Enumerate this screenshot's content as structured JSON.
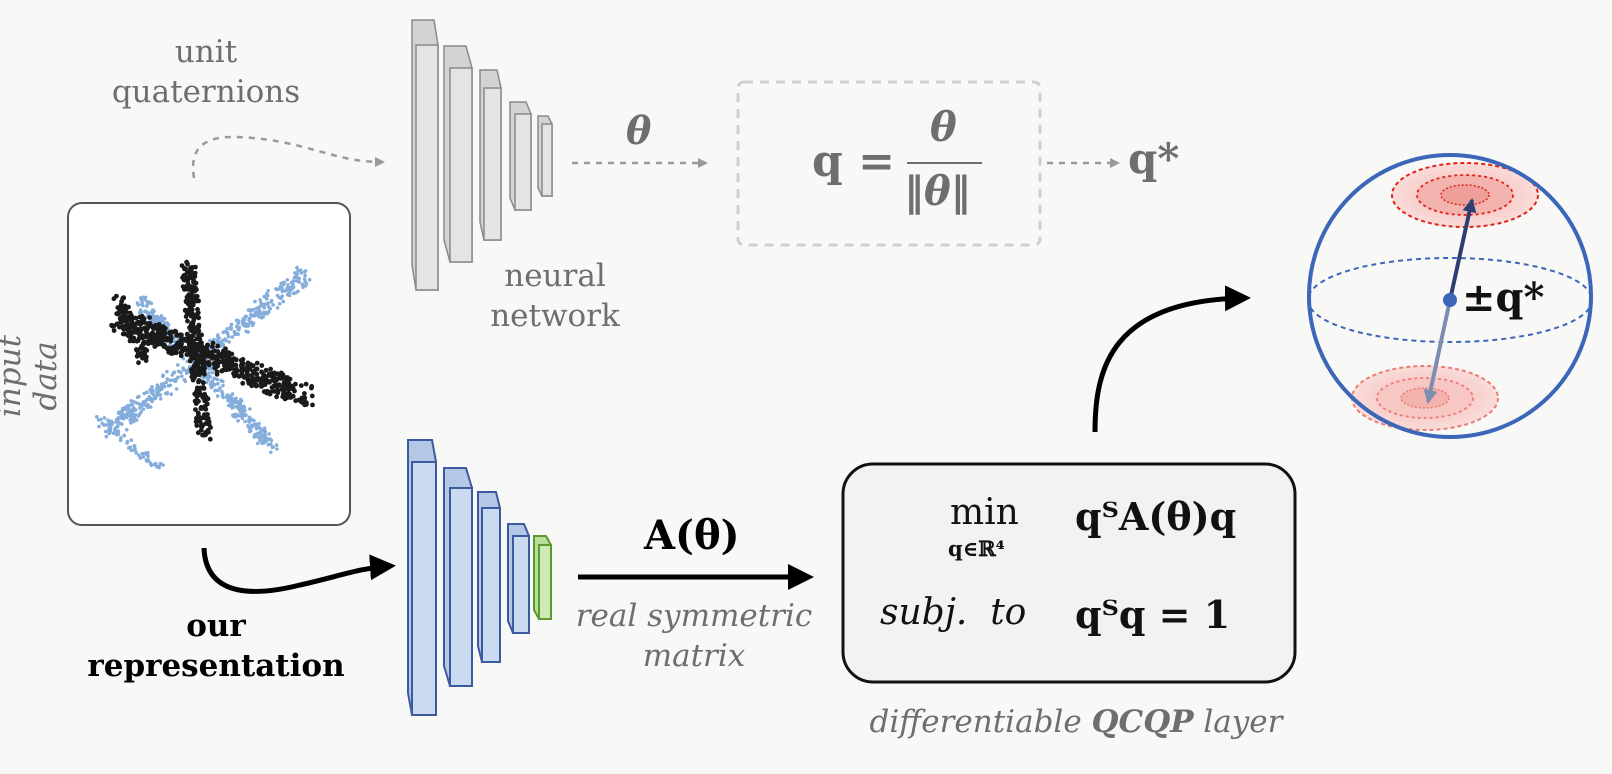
{
  "top_path": {
    "label_line1": "unit",
    "label_line2": "quaternions",
    "network_line1": "neural",
    "network_line2": "network",
    "theta_symbol": "θ",
    "formula_lhs": "q =",
    "formula_num": "θ",
    "formula_den": "‖θ‖",
    "output": "q*"
  },
  "input": {
    "side_label": "input data"
  },
  "bottom_path": {
    "label_line1": "our",
    "label_line2": "representation",
    "matrix_symbol": "A(θ)",
    "matrix_caption_line1": "real symmetric",
    "matrix_caption_line2": "matrix",
    "qcqp_min": "min",
    "qcqp_min_sub": "q∈ℝ⁴",
    "qcqp_objective": "qᵀA(θ)q",
    "qcqp_subj": "subj.  to",
    "qcqp_constraint": "qᵀq = 1",
    "layer_caption_pre": "differentiable ",
    "layer_caption_bold": "QCQP",
    "layer_caption_post": " layer"
  },
  "sphere": {
    "label": "±q*"
  },
  "colors": {
    "gray_layer": "#e3e3e3",
    "blue_layer": "#c9daf1",
    "green_layer": "#cfeab8",
    "sphere_stroke": "#3c66b8",
    "red_blob": "#e2231a",
    "point_black": "#1a1a1a",
    "point_blue": "#6f9fd6"
  }
}
